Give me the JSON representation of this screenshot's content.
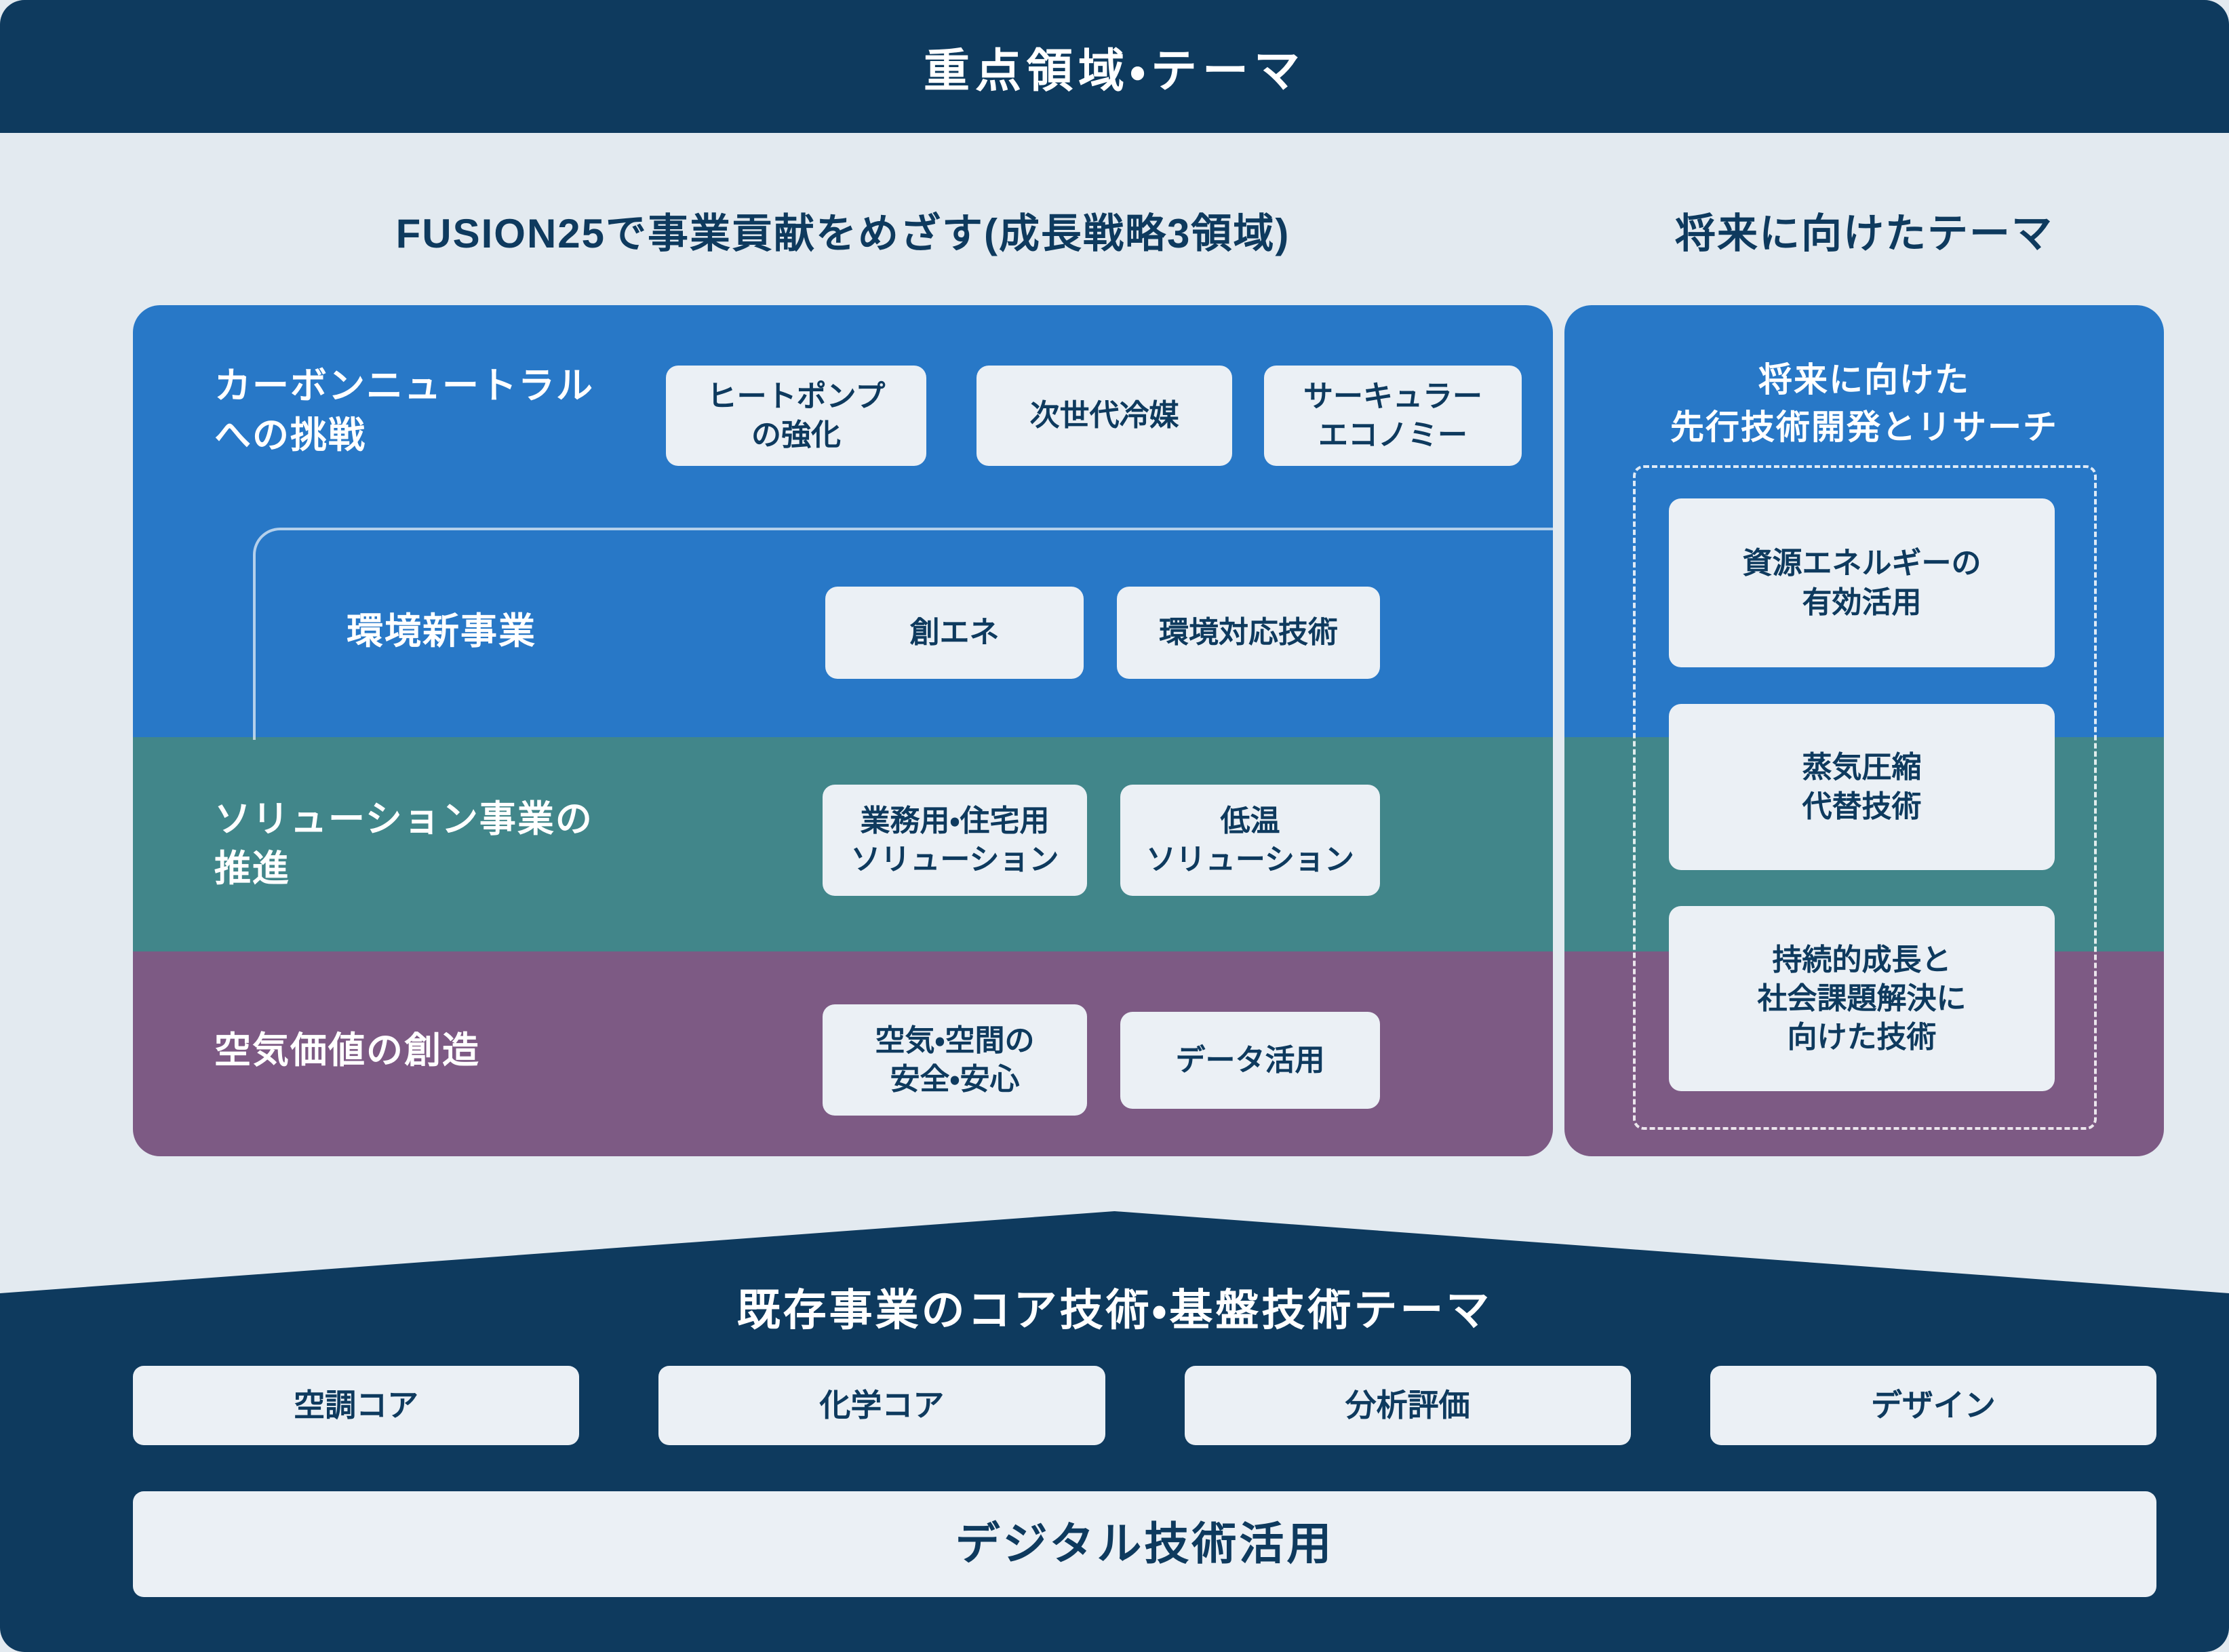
{
  "page": {
    "title": "重点領域・テーマ"
  },
  "colors": {
    "navy": "#0e3a5e",
    "blue": "#2878c7",
    "teal": "#41868a",
    "purple": "#7d5a84",
    "chip_background": "#ebf0f5",
    "page_background": "#e3eaf0",
    "text_on_dark": "#ffffff"
  },
  "left_section": {
    "header": "FUSION25で事業貢献をめざす(成長戦略3領域)",
    "rows": [
      {
        "label": "カーボンニュートラル\nへの挑戦",
        "chips": [
          "ヒートポンプ\nの強化",
          "次世代冷媒",
          "サーキュラー\nエコノミー"
        ],
        "sub": {
          "label": "環境新事業",
          "chips": [
            "創エネ",
            "環境対応技術"
          ]
        }
      },
      {
        "label": "ソリューション事業の\n推進",
        "chips": [
          "業務用・住宅用\nソリューション",
          "低温\nソリューション"
        ]
      },
      {
        "label": "空気価値の創造",
        "chips": [
          "空気・空間の\n安全・安心",
          "データ活用"
        ]
      }
    ]
  },
  "future_section": {
    "header": "将来に向けたテーマ",
    "panel_title": "将来に向けた\n先行技術開発とリサーチ",
    "chips": [
      "資源エネルギーの\n有効活用",
      "蒸気圧縮\n代替技術",
      "持続的成長と\n社会課題解決に\n向けた技術"
    ]
  },
  "base_section": {
    "title": "既存事業のコア技術・基盤技術テーマ",
    "chips": [
      "空調コア",
      "化学コア",
      "分析評価",
      "デザイン"
    ],
    "wide_chip": "デジタル技術活用"
  }
}
